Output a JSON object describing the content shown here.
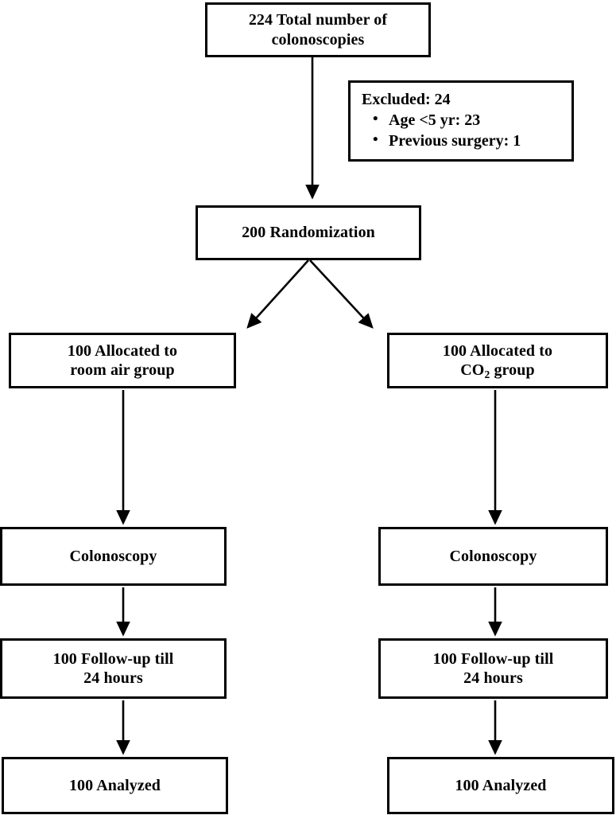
{
  "diagram": {
    "title": "CONSORT participant flow diagram",
    "stroke_color": "#000000",
    "background_color": "#ffffff",
    "nodes": {
      "total": {
        "label": "224 Total number of colonoscopies",
        "line1": "224 Total number of",
        "line2": "colonoscopies",
        "count": 224
      },
      "excluded": {
        "title": "Excluded: 24",
        "count": 24,
        "reasons": [
          "Age <5 yr: 23",
          "Previous surgery: 1"
        ]
      },
      "randomization": {
        "label": "200 Randomization",
        "count": 200
      },
      "alloc_left": {
        "line1": "100 Allocated to",
        "line2_pre": "room air group",
        "count": 100
      },
      "alloc_right": {
        "line1": "100 Allocated to",
        "line2_pre": "CO",
        "line2_sub": "2",
        "line2_post": " group",
        "count": 100
      },
      "colonoscopy_left": {
        "label": "Colonoscopy"
      },
      "colonoscopy_right": {
        "label": "Colonoscopy"
      },
      "followup_left": {
        "line1": "100 Follow-up till",
        "line2": "24 hours",
        "count": 100
      },
      "followup_right": {
        "line1": "100 Follow-up till",
        "line2": "24 hours",
        "count": 100
      },
      "analyzed_left": {
        "label": "100 Analyzed",
        "count": 100
      },
      "analyzed_right": {
        "label": "100 Analyzed",
        "count": 100
      }
    },
    "edges": [
      {
        "name": "total-to-randomization",
        "type": "straight-down"
      },
      {
        "name": "randomization-to-alloc-left",
        "type": "diagonal-down-left"
      },
      {
        "name": "randomization-to-alloc-right",
        "type": "diagonal-down-right"
      },
      {
        "name": "alloc-left-to-colonoscopy-left",
        "type": "straight-down"
      },
      {
        "name": "alloc-right-to-colonoscopy-right",
        "type": "straight-down"
      },
      {
        "name": "colonoscopy-left-to-followup-left",
        "type": "straight-down"
      },
      {
        "name": "colonoscopy-right-to-followup-right",
        "type": "straight-down"
      },
      {
        "name": "followup-left-to-analyzed-left",
        "type": "straight-down"
      },
      {
        "name": "followup-right-to-analyzed-right",
        "type": "straight-down"
      }
    ]
  }
}
